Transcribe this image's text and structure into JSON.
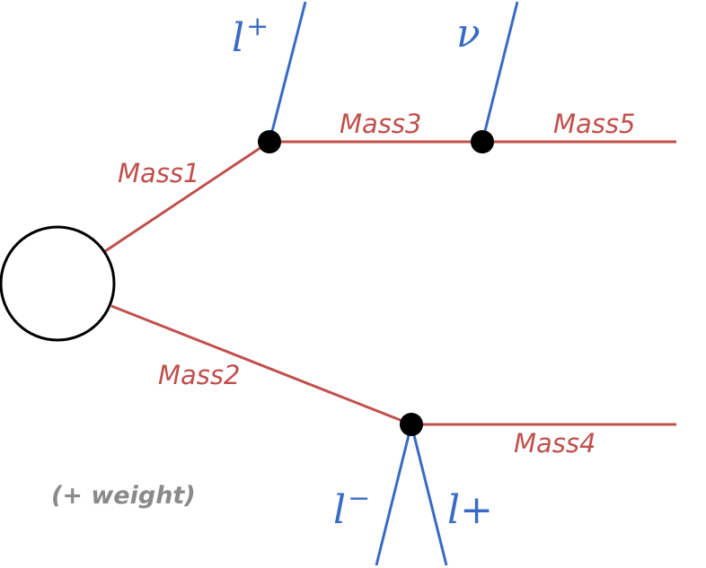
{
  "diagram": {
    "colors": {
      "propagator": "#c0504d",
      "external_leg": "#3a6bc4",
      "vertex": "#000000",
      "blob_stroke": "#000000",
      "note": "#8a8a8a"
    },
    "mass_labels": {
      "mass1": "Mass1",
      "mass2": "Mass2",
      "mass3": "Mass3",
      "mass4": "Mass4",
      "mass5": "Mass5"
    },
    "particle_labels": {
      "lepton_plus_top": {
        "base": "l",
        "sup": "+"
      },
      "neutrino": {
        "base": "ν"
      },
      "lepton_minus": {
        "base": "l",
        "sup": "−"
      },
      "lepton_plus_bottom": {
        "base": "l+"
      }
    },
    "note": "(+ weight)"
  }
}
